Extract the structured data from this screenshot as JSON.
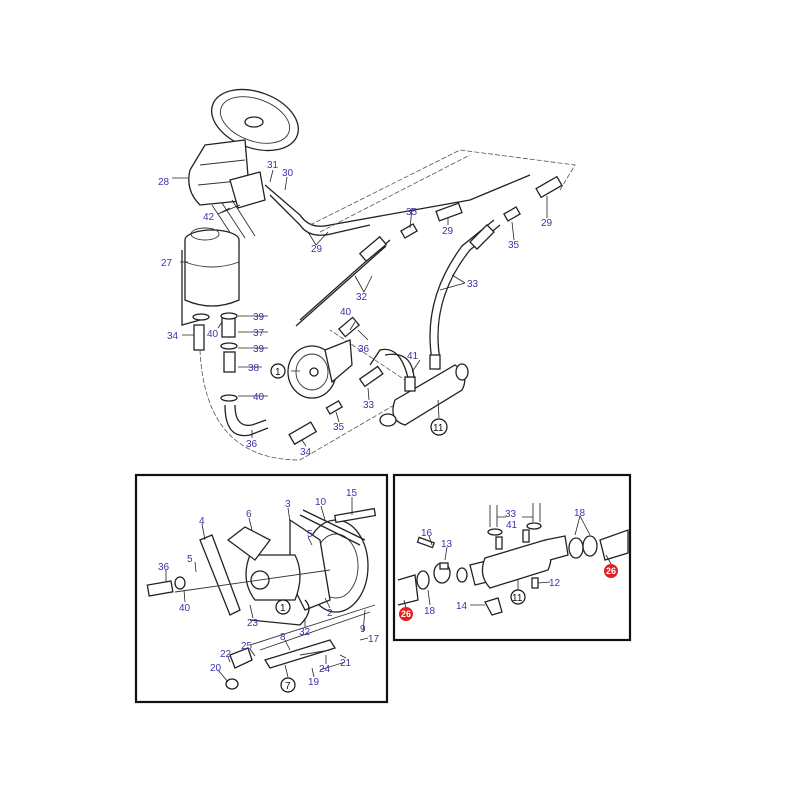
{
  "diagram": {
    "title_hidden": "",
    "colors": {
      "callout": "#3a34a8",
      "highlight": "#e02020",
      "line": "#222222"
    },
    "callouts_main": [
      "28",
      "31",
      "30",
      "42",
      "29",
      "35",
      "29",
      "29",
      "35",
      "27",
      "32",
      "33",
      "40",
      "36",
      "39",
      "37",
      "39",
      "40",
      "34",
      "38",
      "1",
      "40",
      "41",
      "33",
      "35",
      "11",
      "36",
      "34"
    ],
    "callouts_pump": [
      "15",
      "10",
      "3",
      "6",
      "4",
      "5",
      "36",
      "5",
      "40",
      "1",
      "2",
      "23",
      "32",
      "9",
      "8",
      "17",
      "25",
      "22",
      "24",
      "21",
      "20",
      "19",
      "7"
    ],
    "callouts_cooler": [
      "33",
      "41",
      "18",
      "16",
      "13",
      "12",
      "26",
      "11",
      "14",
      "18",
      "26"
    ]
  }
}
